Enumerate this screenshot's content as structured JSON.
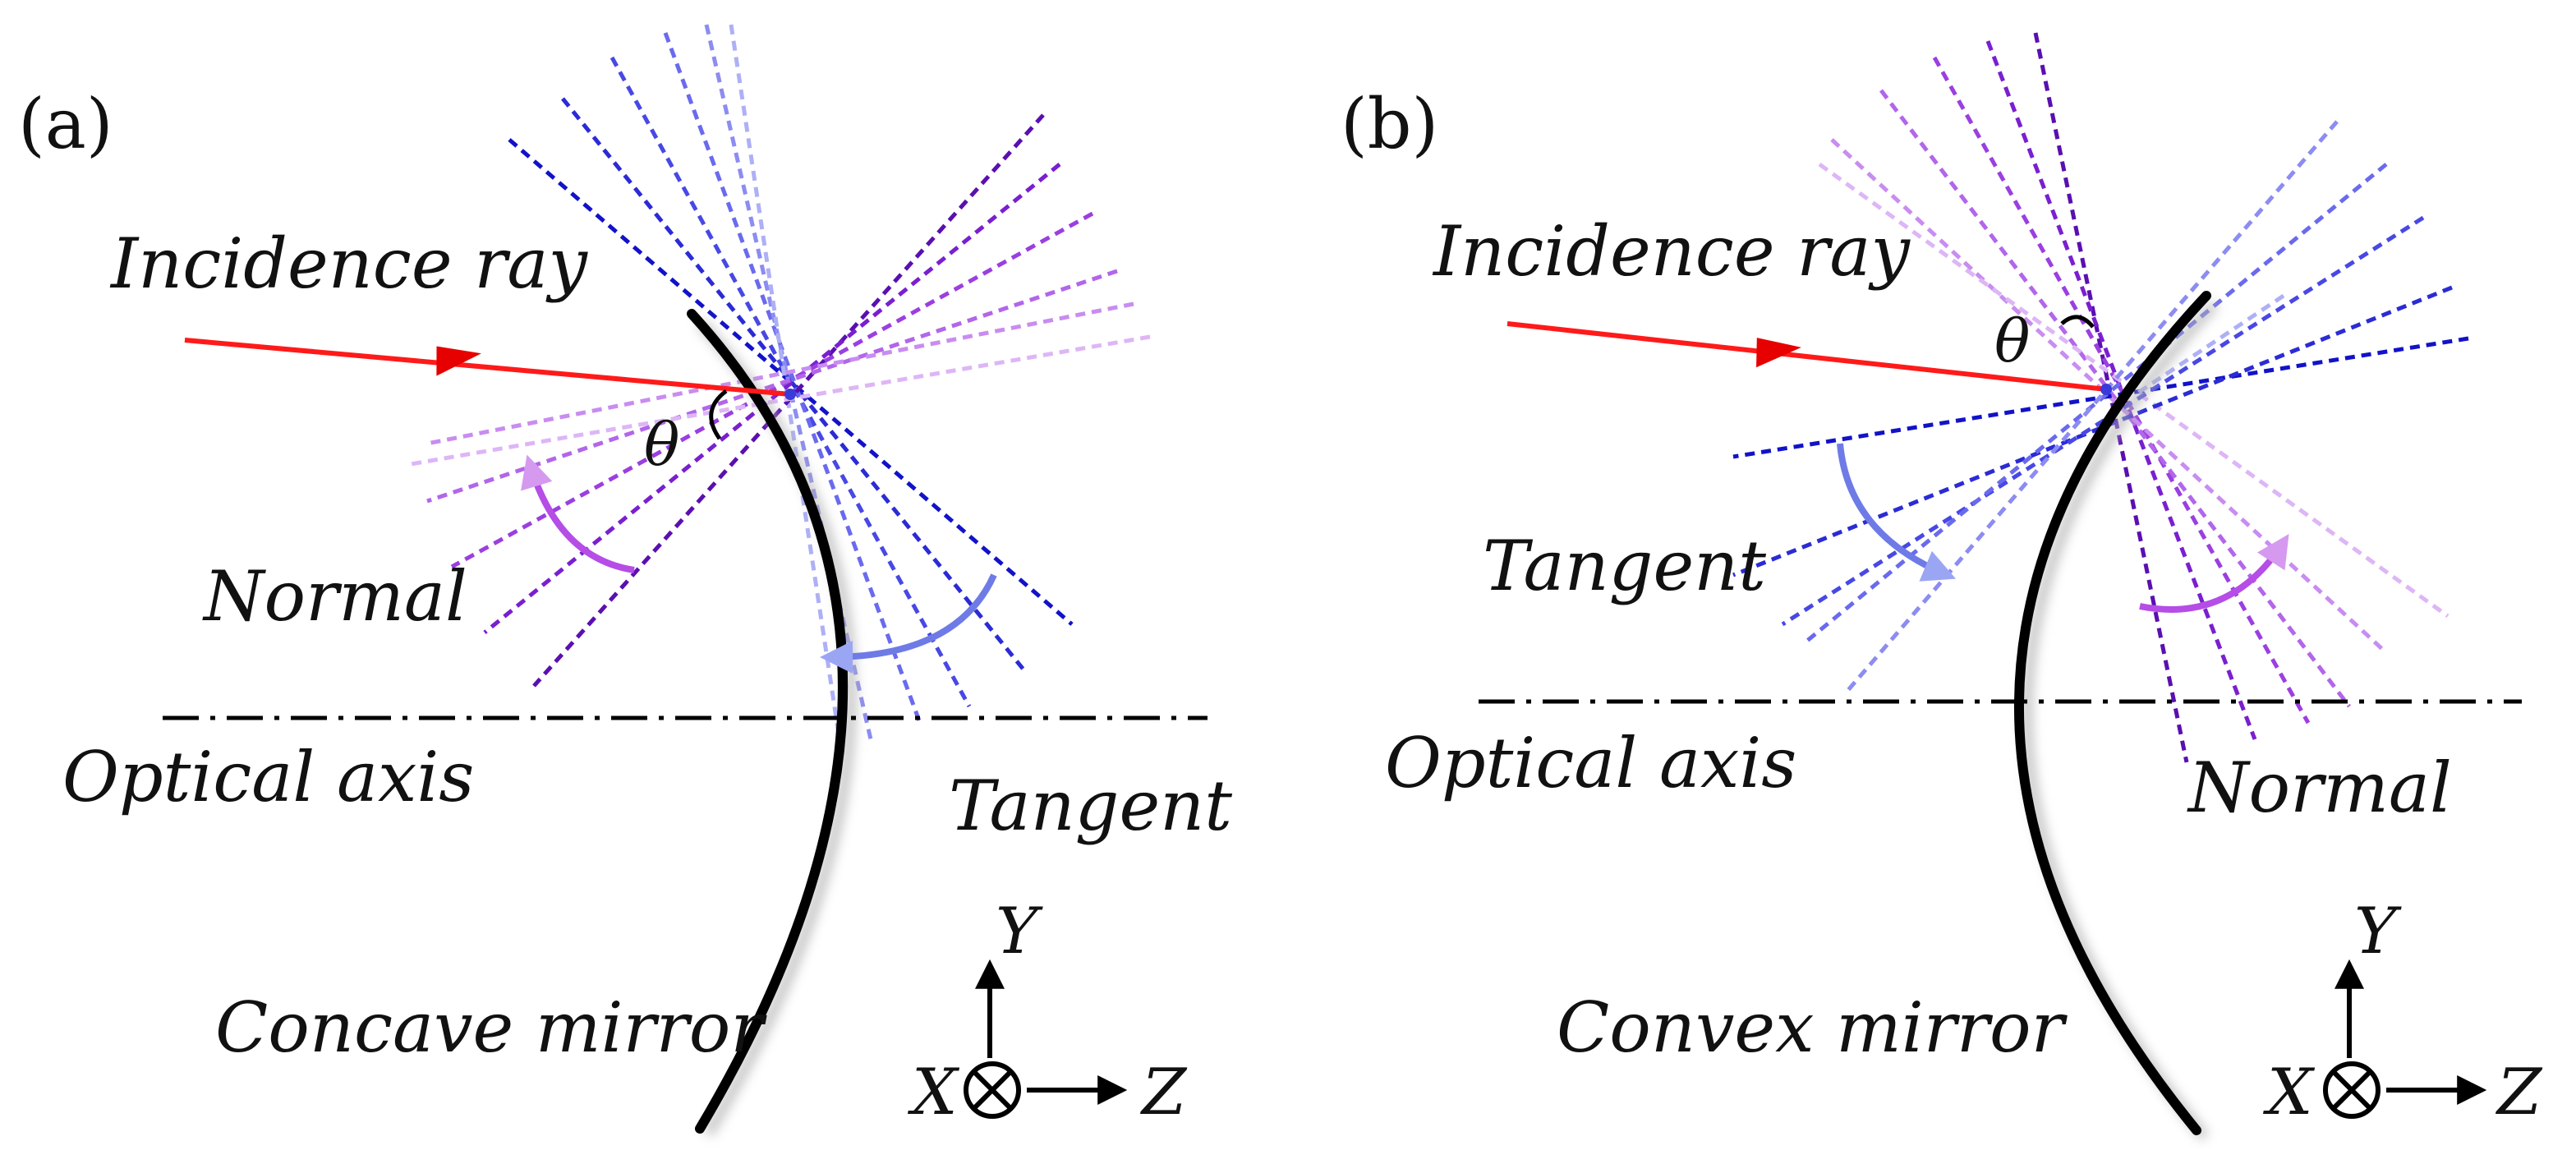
{
  "panels": [
    {
      "id": "a",
      "panel_label": "(a)",
      "incidence_label": "Incidence ray",
      "normal_label": "Normal",
      "tangent_label": "Tangent",
      "axis_label": "Optical axis",
      "mirror_label": "Concave mirror",
      "angle_symbol": "θ",
      "coord_x": "X",
      "coord_y": "Y",
      "coord_z": "Z"
    },
    {
      "id": "b",
      "panel_label": "(b)",
      "incidence_label": "Incidence ray",
      "normal_label": "Normal",
      "tangent_label": "Tangent",
      "axis_label": "Optical axis",
      "mirror_label": "Convex mirror",
      "angle_symbol": "θ",
      "coord_x": "X",
      "coord_y": "Y",
      "coord_z": "Z"
    }
  ],
  "colors": {
    "incidence_ray": "#ff1a1a",
    "tangent_lines": [
      "#1212c8",
      "#2b2bd6",
      "#4848e4",
      "#6a6aee",
      "#8c8cf2",
      "#aeb0f6"
    ],
    "normal_lines": [
      "#5a0fb0",
      "#7a1fd0",
      "#9b3fe0",
      "#b266ea",
      "#c98cf0",
      "#ddb6f6"
    ],
    "normal_arrow": "#b54de6",
    "tangent_arrow": "#6e7be6",
    "mirror": "#000000",
    "axis": "#000000"
  }
}
